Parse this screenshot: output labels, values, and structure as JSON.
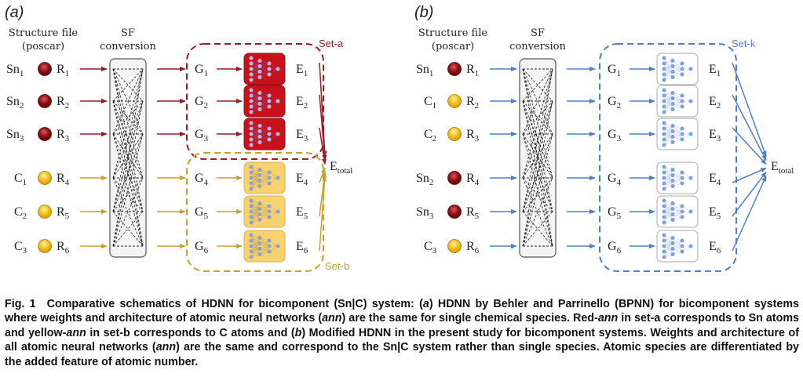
{
  "colors": {
    "red": "#9b1c24",
    "red_fill": "#c8121b",
    "red_node": "#b7b8e4",
    "yellow": "#c8a02a",
    "yellow_fill": "#f7d26e",
    "yellow_node": "#8f9fcc",
    "blue": "#4f7fc8",
    "blue_node": "#7d9edb",
    "sn_atom": "#8e0f12",
    "c_atom": "#f6bd16"
  },
  "panels": [
    {
      "id": "a",
      "label": "(a)",
      "header_structure": [
        "Structure file",
        "(poscar)"
      ],
      "header_sf": [
        "SF",
        "conversion"
      ],
      "rows": [
        {
          "species": "Sn",
          "index": "1",
          "atom": "sn",
          "r": "1",
          "g": "1",
          "e": "1",
          "set": "a"
        },
        {
          "species": "Sn",
          "index": "2",
          "atom": "sn",
          "r": "2",
          "g": "2",
          "e": "2",
          "set": "a"
        },
        {
          "species": "Sn",
          "index": "3",
          "atom": "sn",
          "r": "3",
          "g": "3",
          "e": "3",
          "set": "a"
        },
        {
          "species": "C",
          "index": "1",
          "atom": "c",
          "r": "4",
          "g": "4",
          "e": "4",
          "set": "b"
        },
        {
          "species": "C",
          "index": "2",
          "atom": "c",
          "r": "5",
          "g": "5",
          "e": "5",
          "set": "b"
        },
        {
          "species": "C",
          "index": "3",
          "atom": "c",
          "r": "6",
          "g": "6",
          "e": "6",
          "set": "b"
        }
      ],
      "sets": [
        {
          "name": "Set-a",
          "rows": [
            0,
            2
          ],
          "color": "red"
        },
        {
          "name": "Set-b",
          "rows": [
            3,
            5
          ],
          "color": "yellow"
        }
      ],
      "total": {
        "base": "E",
        "sub": "total"
      }
    },
    {
      "id": "b",
      "label": "(b)",
      "header_structure": [
        "Structure file",
        "(poscar)"
      ],
      "header_sf": [
        "SF",
        "conversion"
      ],
      "rows": [
        {
          "species": "Sn",
          "index": "1",
          "atom": "sn",
          "r": "1",
          "g": "1",
          "e": "1",
          "set": "k"
        },
        {
          "species": "C",
          "index": "1",
          "atom": "c",
          "r": "2",
          "g": "2",
          "e": "2",
          "set": "k"
        },
        {
          "species": "C",
          "index": "2",
          "atom": "c",
          "r": "3",
          "g": "3",
          "e": "3",
          "set": "k"
        },
        {
          "species": "Sn",
          "index": "2",
          "atom": "sn",
          "r": "4",
          "g": "4",
          "e": "4",
          "set": "k"
        },
        {
          "species": "Sn",
          "index": "3",
          "atom": "sn",
          "r": "5",
          "g": "5",
          "e": "5",
          "set": "k"
        },
        {
          "species": "C",
          "index": "3",
          "atom": "c",
          "r": "6",
          "g": "6",
          "e": "6",
          "set": "k"
        }
      ],
      "sets": [
        {
          "name": "Set-k",
          "rows": [
            0,
            5
          ],
          "color": "blue"
        }
      ],
      "total": {
        "base": "E",
        "sub": "total"
      }
    }
  ],
  "caption": {
    "fig_number": "Fig. 1",
    "segments": [
      {
        "t": "Comparative schematics of HDNN for bicomponent (Sn|C) system: (",
        "i": false
      },
      {
        "t": "a",
        "i": true
      },
      {
        "t": ") HDNN by Behler and Parrinello (BPNN) for bicomponent systems where weights and architecture of atomic neural networks (",
        "i": false
      },
      {
        "t": "ann",
        "i": true
      },
      {
        "t": ") are the same for single chemical species. Red-",
        "i": false
      },
      {
        "t": "ann",
        "i": true
      },
      {
        "t": " in set-a corresponds to Sn atoms and yellow-",
        "i": false
      },
      {
        "t": "ann",
        "i": true
      },
      {
        "t": " in set-b corresponds to C atoms and (",
        "i": false
      },
      {
        "t": "b",
        "i": true
      },
      {
        "t": ") Modified HDNN in the present study for bicomponent systems. Weights and architecture of all atomic neural networks (",
        "i": false
      },
      {
        "t": "ann",
        "i": true
      },
      {
        "t": ") are the same and correspond to the Sn|C system rather than single species. Atomic species are differentiated by the added feature of atomic number.",
        "i": false
      }
    ]
  }
}
